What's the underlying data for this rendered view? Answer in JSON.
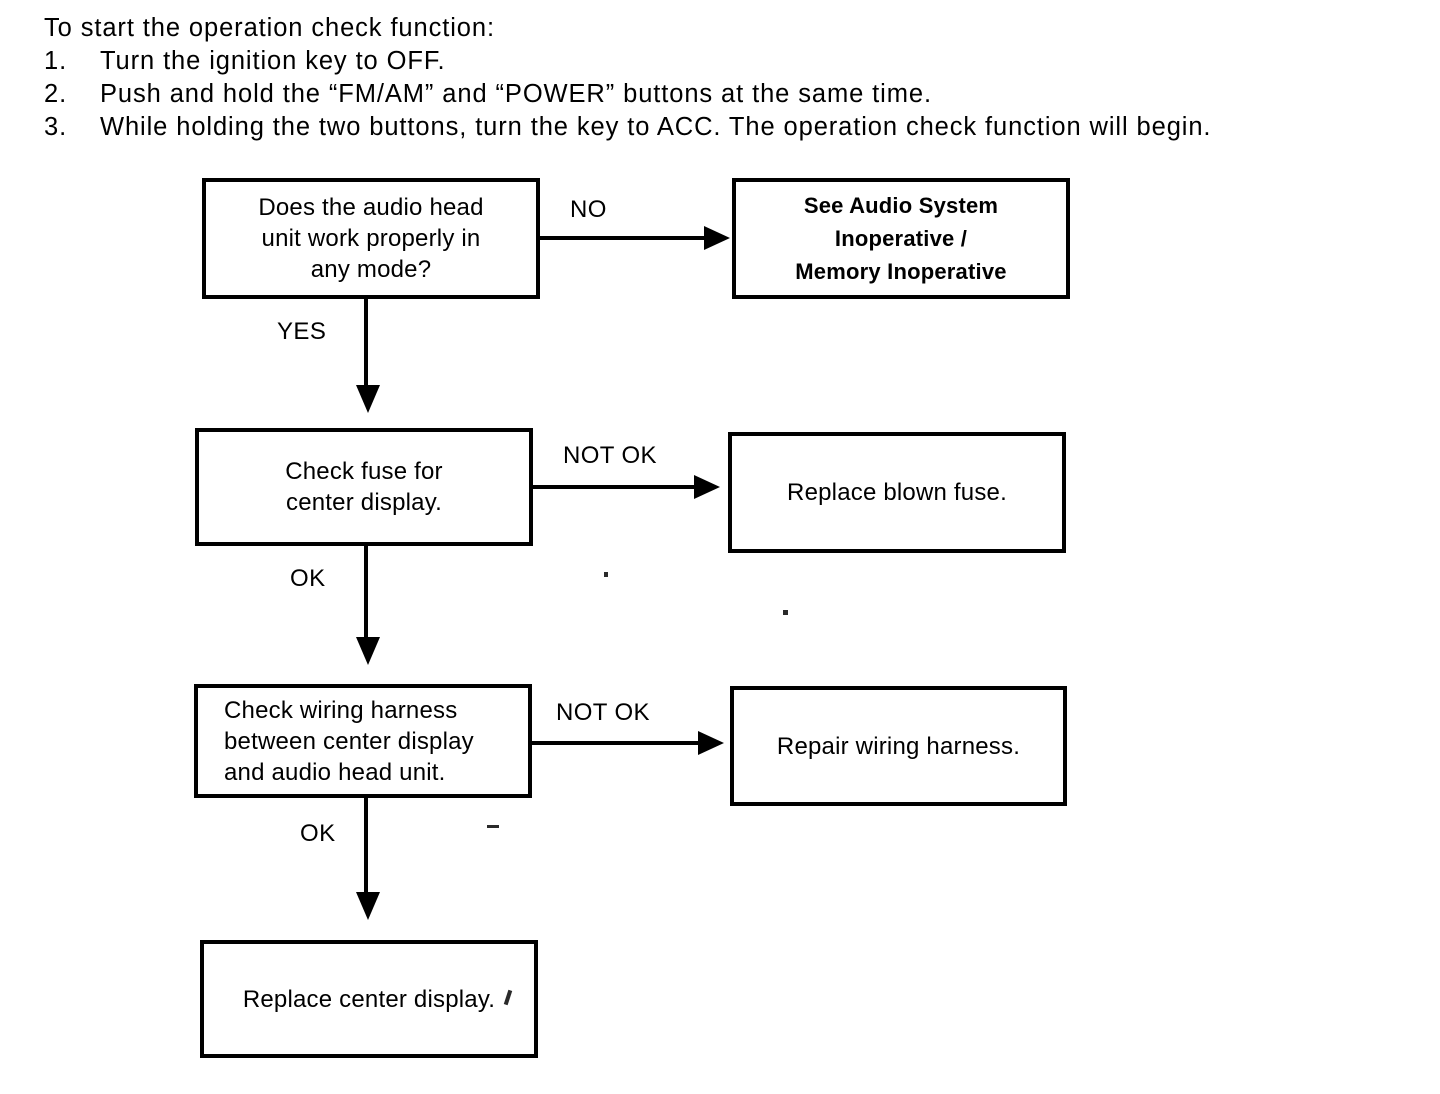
{
  "instructions": {
    "heading": "To start the operation check function:",
    "steps": [
      {
        "num": "1.",
        "text": "Turn the ignition key to OFF."
      },
      {
        "num": "2.",
        "text": "Push and hold the “FM/AM” and “POWER” buttons at the same time."
      },
      {
        "num": "3.",
        "text": "While holding the two buttons, turn the key to ACC. The operation check function will begin."
      }
    ]
  },
  "flowchart": {
    "type": "flowchart",
    "nodes": [
      {
        "id": "q1",
        "kind": "decision",
        "lines": [
          "Does the audio head",
          "unit work properly in",
          "any mode?"
        ],
        "text": "Does the audio head unit work properly in any mode?"
      },
      {
        "id": "see",
        "kind": "reference",
        "lines": [
          "See Audio System",
          "Inoperative  /",
          "Memory Inoperative"
        ],
        "text": "See Audio System Inoperative / Memory Inoperative"
      },
      {
        "id": "fuse",
        "kind": "action",
        "lines": [
          "Check fuse for",
          "center display."
        ],
        "text": "Check fuse for center display."
      },
      {
        "id": "replace-fuse",
        "kind": "action",
        "lines": [
          "Replace blown fuse."
        ],
        "text": "Replace blown fuse."
      },
      {
        "id": "wiring",
        "kind": "action",
        "lines": [
          "Check wiring harness",
          "between center display",
          "and audio head unit."
        ],
        "text": "Check wiring harness between center display and audio head unit."
      },
      {
        "id": "repair-wiring",
        "kind": "action",
        "lines": [
          "Repair wiring harness."
        ],
        "text": "Repair wiring harness."
      },
      {
        "id": "replace-display",
        "kind": "action",
        "lines": [
          "Replace center display."
        ],
        "text": "Replace center display."
      }
    ],
    "edges": [
      {
        "from": "q1",
        "to": "see",
        "label": "NO",
        "direction": "right"
      },
      {
        "from": "q1",
        "to": "fuse",
        "label": "YES",
        "direction": "down"
      },
      {
        "from": "fuse",
        "to": "replace-fuse",
        "label": "NOT OK",
        "direction": "right"
      },
      {
        "from": "fuse",
        "to": "wiring",
        "label": "OK",
        "direction": "down"
      },
      {
        "from": "wiring",
        "to": "repair-wiring",
        "label": "NOT OK",
        "direction": "right"
      },
      {
        "from": "wiring",
        "to": "replace-display",
        "label": "OK",
        "direction": "down"
      }
    ]
  },
  "colors": {
    "ink": "#000000",
    "page": "#ffffff"
  }
}
